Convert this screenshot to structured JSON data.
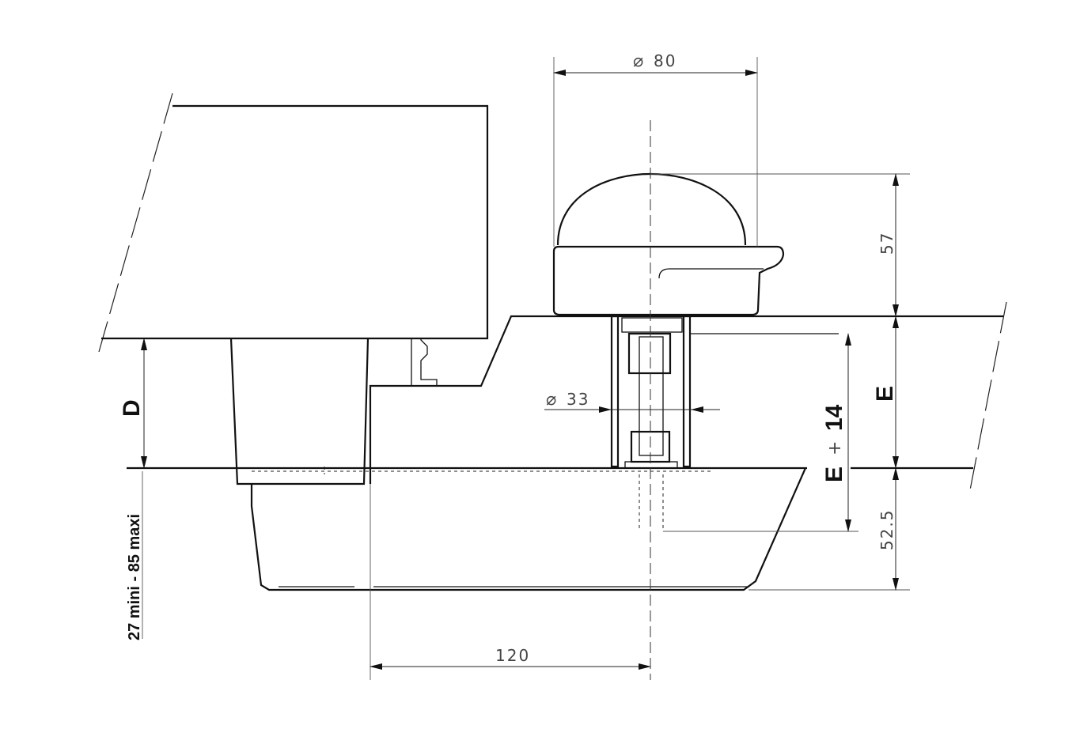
{
  "dimensions": {
    "dia_80": "80",
    "dia_33": "33",
    "h_57": "57",
    "h_52_5": "52.5",
    "w_120": "120",
    "range_text": "27 mini - 85 maxi",
    "label_D": "D",
    "label_E": "E",
    "label_E_plus": "E",
    "plus_value": "14",
    "plus_sign": "+"
  },
  "symbols": {
    "diameter": "⌀"
  },
  "colors": {
    "line": "#111111",
    "background": "#ffffff"
  }
}
